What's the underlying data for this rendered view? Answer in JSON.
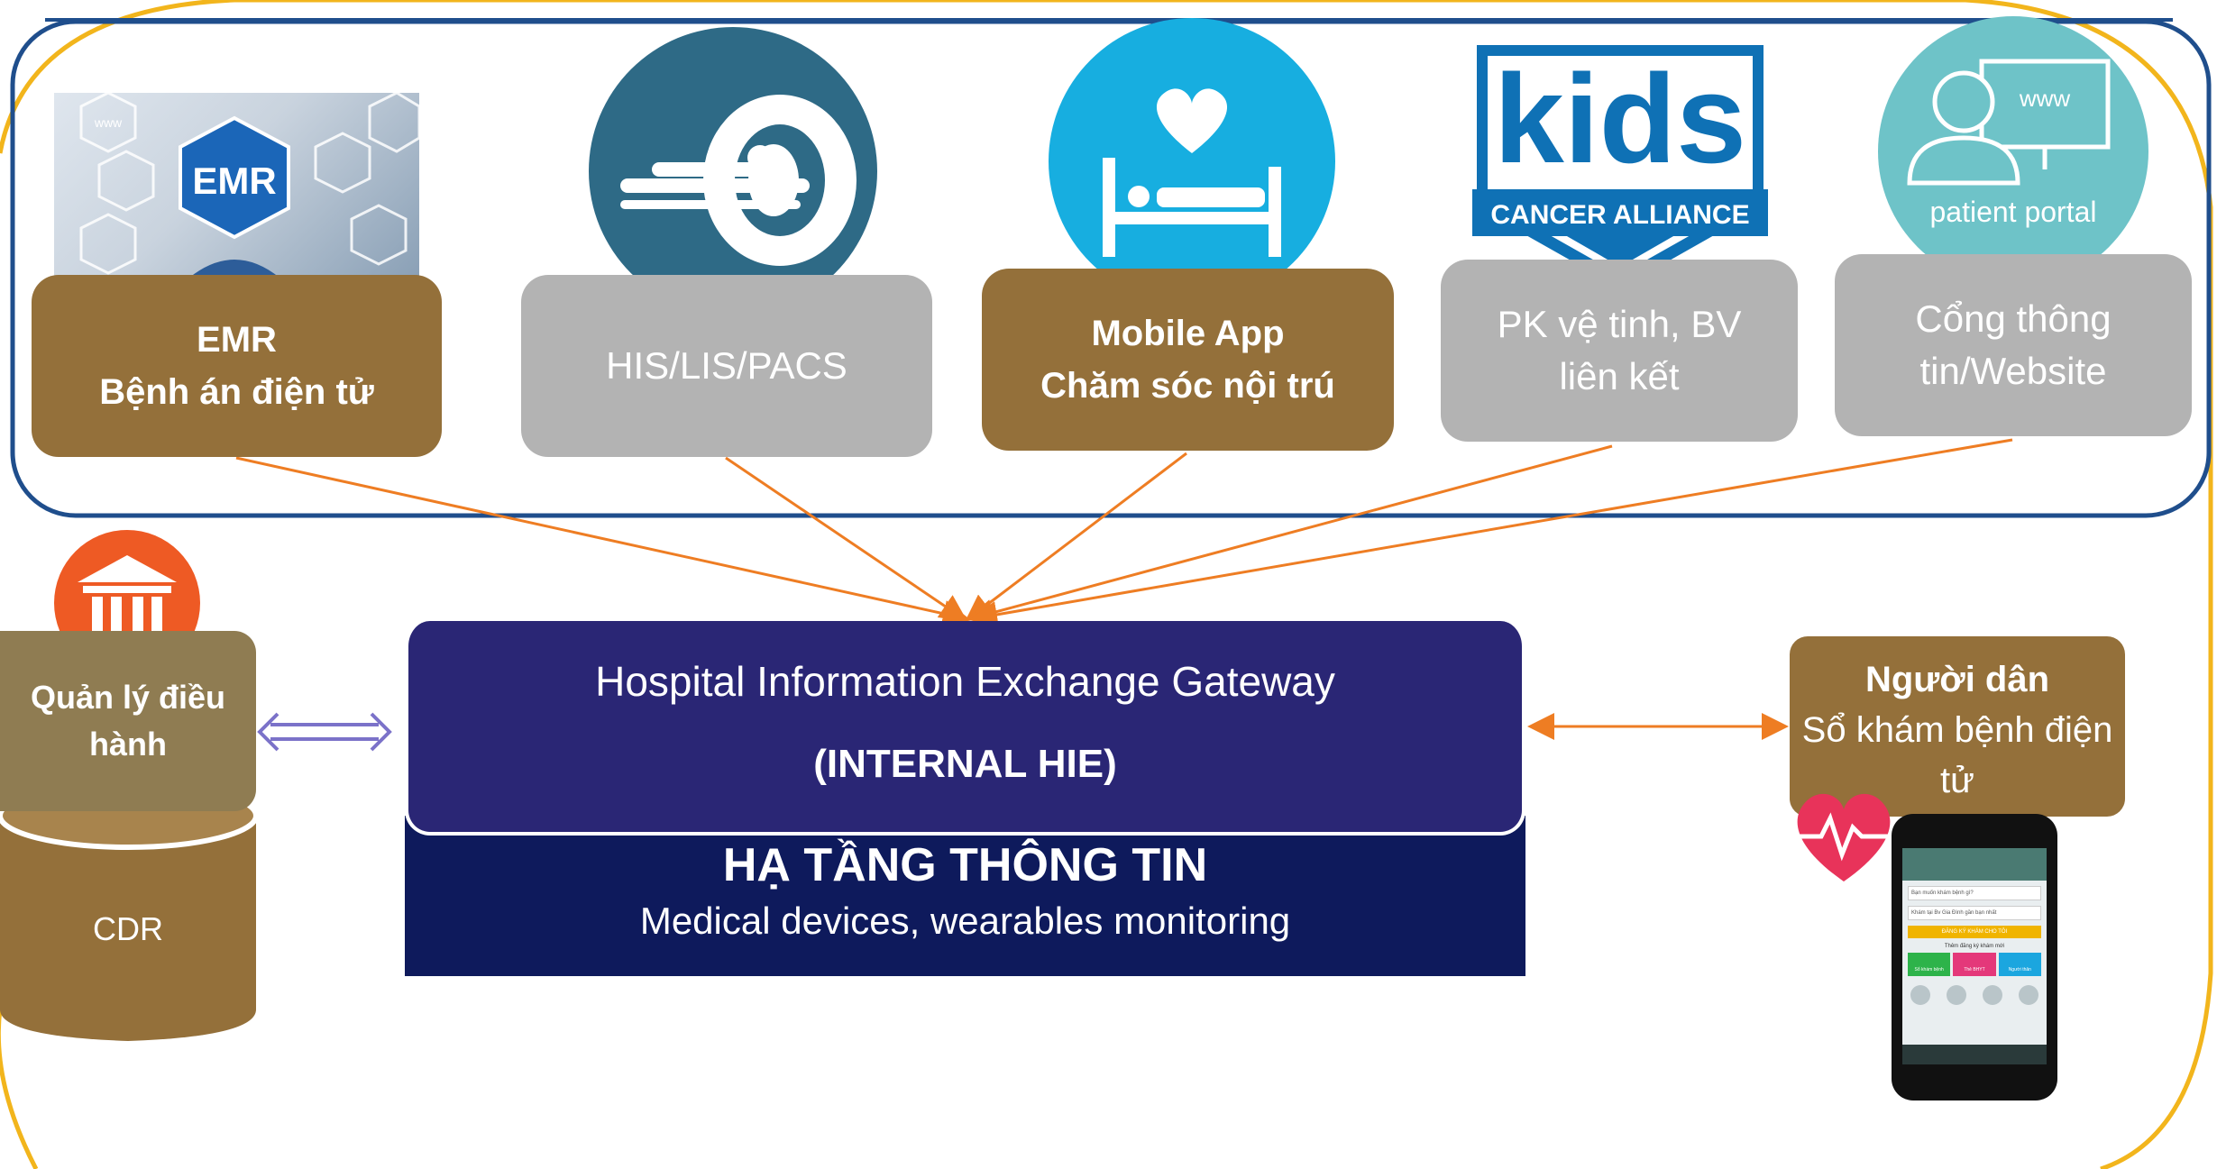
{
  "top_systems": [
    {
      "title": "EMR",
      "subtitle": "Bệnh án điện tử",
      "icon": "emr-hexagon-icon",
      "photo_text": "EMR",
      "photo_www": "www"
    },
    {
      "title": "HIS/LIS/PACS",
      "icon": "mri-scanner-icon"
    },
    {
      "title": "Mobile App",
      "subtitle": "Chăm sóc nội trú",
      "icon": "hospital-bed-heart-icon"
    },
    {
      "title": "PK vệ tinh, BV",
      "subtitle": "liên kết",
      "logo_main": "kids",
      "logo_sub": "CANCER ALLIANCE"
    },
    {
      "title": "Cổng thông",
      "subtitle": "tin/Website",
      "icon": "patient-portal-icon",
      "icon_text": "patient portal",
      "icon_www": "www"
    }
  ],
  "management": {
    "label_line1": "Quản lý điều",
    "label_line2": "hành",
    "icon": "institution-icon"
  },
  "cdr": {
    "label": "CDR"
  },
  "gateway": {
    "title": "Hospital Information Exchange Gateway",
    "subtitle": "(INTERNAL HIE)"
  },
  "infrastructure": {
    "title": "HẠ TẦNG THÔNG TIN",
    "subtitle": "Medical devices, wearables monitoring"
  },
  "citizen": {
    "title": "Người dân",
    "subtitle_line1": "Sổ khám bệnh điện",
    "subtitle_line2": "tử",
    "icon": "heart-pulse-icon"
  },
  "phone": {
    "search_prompt": "Bạn muốn khám bệnh gì?",
    "location_prompt": "Khám tại Bv Gia Đình gần bạn nhất",
    "cta": "ĐĂNG KÝ KHÁM CHO TÔI",
    "section": "Thêm đăng ký khám mới",
    "tiles": [
      "Sổ khám bệnh",
      "Thẻ BHYT",
      "Người thân"
    ]
  },
  "colors": {
    "brown": "#94703a",
    "gray": "#b3b3b3",
    "navy": "#2a2675",
    "dark_navy": "#0e1a5c",
    "orange": "#ee7d23",
    "frame_blue": "#1f4e8c",
    "frame_gold": "#f2b51c",
    "teal": "#2e6a86",
    "cyan": "#17aee0",
    "light_teal": "#6ec3c8",
    "kids_blue": "#0f71b5"
  }
}
